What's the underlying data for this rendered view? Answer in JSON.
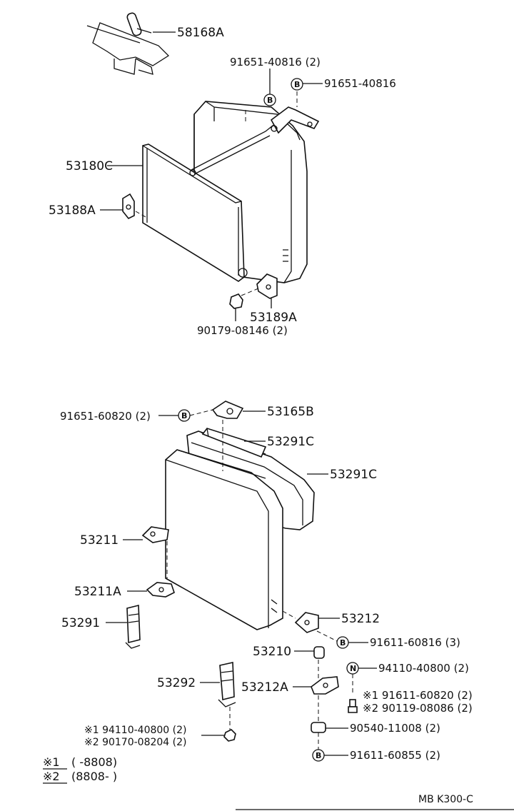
{
  "upper": {
    "parts": {
      "p58168A": "58168A",
      "p53180C": "53180C",
      "p53188A": "53188A",
      "p53189A": "53189A",
      "p91651_40816_2": "91651-40816 (2)",
      "p91651_40816": "91651-40816",
      "p90179_08146": "90179-08146 (2)"
    },
    "markers": {
      "b1": "B",
      "b2": "B"
    }
  },
  "lower": {
    "parts": {
      "p91651_60820": "91651-60820 (2)",
      "p53165B": "53165B",
      "p53291C_a": "53291C",
      "p53291C_b": "53291C",
      "p53211": "53211",
      "p53211A": "53211A",
      "p53291": "53291",
      "p53212": "53212",
      "p91611_60816": "91611-60816 (3)",
      "p53210": "53210",
      "p94110_40800": "94110-40800 (2)",
      "p53292": "53292",
      "p53212A": "53212A",
      "p91611_60820": "※1 91611-60820 (2)",
      "p90119_08086": "※2 90119-08086 (2)",
      "p94110_40800_b": "※1 94110-40800 (2)",
      "p90170_08204": "※2 90170-08204 (2)",
      "p90540_11008": "90540-11008 (2)",
      "p91611_60855": "91611-60855 (2)"
    },
    "markers": {
      "b3": "B",
      "b4": "B",
      "n1": "N",
      "b5": "B"
    }
  },
  "notes": {
    "n1_mark": "※1",
    "n1_range": "(      -8808)",
    "n2_mark": "※2",
    "n2_range": "(8808-         )"
  },
  "footer": {
    "code": "MB K300-C"
  }
}
